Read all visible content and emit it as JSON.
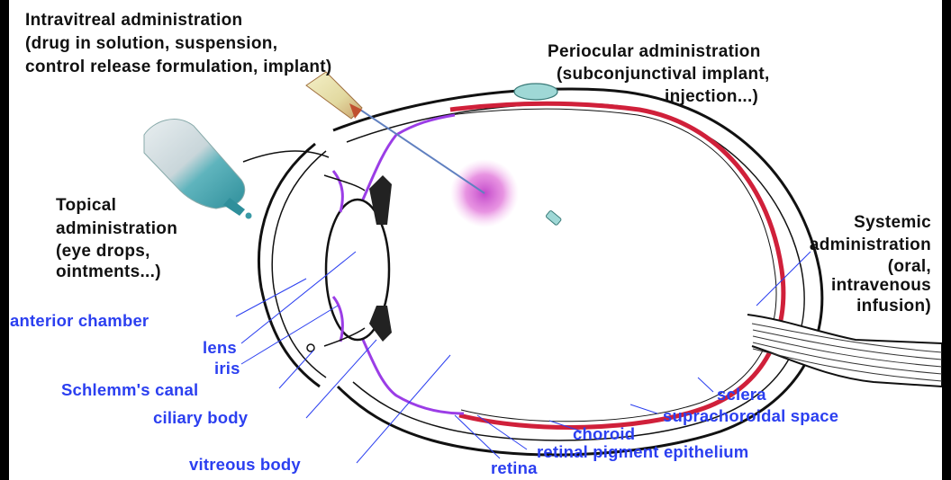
{
  "administration_labels": {
    "intravitreal": [
      "Intravitreal administration",
      "(drug in solution, suspension,",
      "control release formulation, implant)"
    ],
    "periocular": [
      "Periocular administration",
      "(subconjunctival implant,",
      "injection...)"
    ],
    "topical": [
      "Topical",
      "administration",
      "(eye drops,",
      "ointments...)"
    ],
    "systemic": [
      "Systemic",
      "administration",
      "(oral,",
      "intravenous",
      "infusion)"
    ]
  },
  "anatomy_labels": {
    "anterior_chamber": "anterior chamber",
    "lens": "lens",
    "iris": "iris",
    "schlemms_canal": "Schlemm's canal",
    "ciliary_body": "ciliary body",
    "vitreous_body": "vitreous body",
    "retina": "retina",
    "retinal_pigment_epithelium": "retinal pigment epithelium",
    "choroid": "choroid",
    "suprachoroidal_space": "suprachoroidal space",
    "sclera": "sclera"
  },
  "colors": {
    "label_black": "#111111",
    "label_blue": "#2b3ff0",
    "retina_purple": "#9b3de6",
    "choroid_red": "#d0203a",
    "drug_cloud": "#e070d8",
    "bottle_teal": "#3a9aa6",
    "implant_teal": "#9fd8d6"
  }
}
